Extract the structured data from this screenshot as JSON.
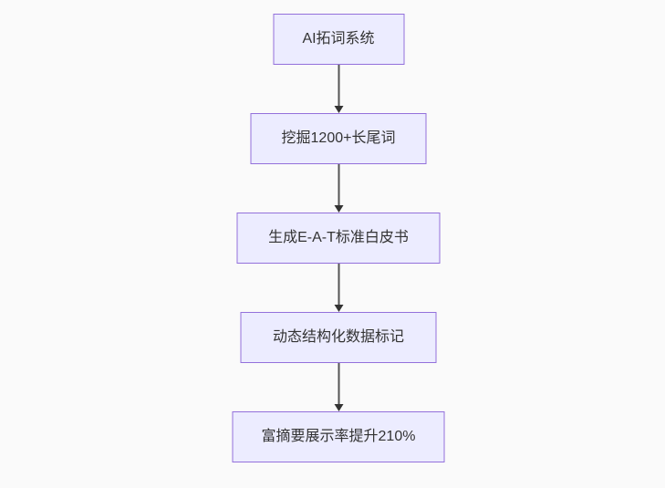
{
  "diagram": {
    "type": "flowchart",
    "direction": "top-down",
    "colors": {
      "background": "#fafafa",
      "node_fill": "#ECECFF",
      "node_border": "#9370DB",
      "node_text": "#333333",
      "edge_line": "#545454",
      "arrowhead": "#333333"
    },
    "nodes": [
      {
        "id": "node-1",
        "label": "AI拓词系统"
      },
      {
        "id": "node-2",
        "label": "挖掘1200+长尾词"
      },
      {
        "id": "node-3",
        "label": "生成E-A-T标准白皮书"
      },
      {
        "id": "node-4",
        "label": "动态结构化数据标记"
      },
      {
        "id": "node-5",
        "label": "富摘要展示率提升210%"
      }
    ],
    "edges": [
      {
        "from": "AI拓词系统",
        "to": "挖掘1200+长尾词"
      },
      {
        "from": "挖掘1200+长尾词",
        "to": "生成E-A-T标准白皮书"
      },
      {
        "from": "生成E-A-T标准白皮书",
        "to": "动态结构化数据标记"
      },
      {
        "from": "动态结构化数据标记",
        "to": "富摘要展示率提升210%"
      }
    ]
  }
}
